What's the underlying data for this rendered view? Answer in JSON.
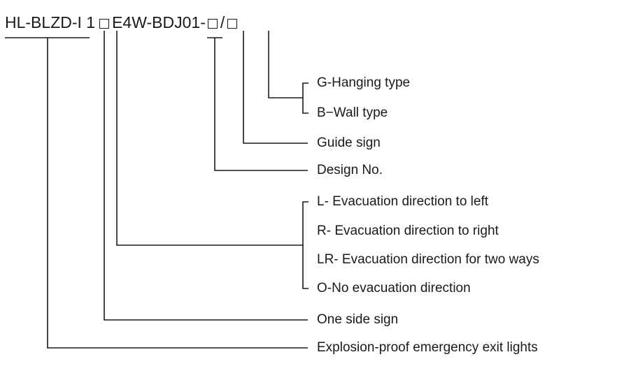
{
  "code": {
    "series": "HL-BLZD-I",
    "side": "1",
    "model": "E4W-BDJ",
    "design": "01",
    "dash": "-",
    "slash": "/"
  },
  "labels": {
    "hanging": "G-Hanging type",
    "wall": "B−Wall type",
    "guide": "Guide sign",
    "design_no": "Design No.",
    "left": "L- Evacuation direction to left",
    "right": "R- Evacuation direction to right",
    "two_ways": "LR- Evacuation direction for two ways",
    "none": "O-No evacuation direction",
    "one_side": "One side sign",
    "explosion": "Explosion-proof emergency exit lights"
  }
}
